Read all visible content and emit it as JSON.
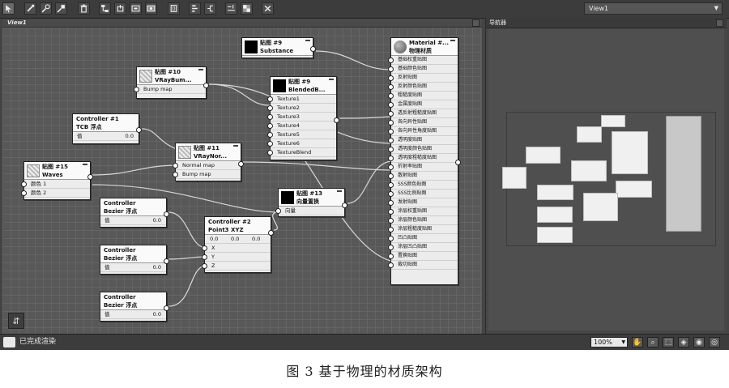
{
  "toolbar": {
    "icons": [
      "select-icon",
      "eyedropper-icon",
      "pick-material-icon",
      "delete-icon",
      "layout-icon",
      "move-children-icon",
      "hide-icon",
      "show-icon",
      "show-map-icon",
      "map-count-icon",
      "layout-all-icon",
      "layout-children-icon",
      "navigate-icon",
      "checker-icon",
      "close-view-icon"
    ],
    "view_selector": "View1"
  },
  "view_tab": {
    "label": "View1"
  },
  "nodes": {
    "substance": {
      "title": "贴图 #9",
      "subtitle": "Substance"
    },
    "material": {
      "title": "Material #...",
      "subtitle": "物理材质",
      "slots": [
        "基础权重贴图",
        "基础颜色贴图",
        "反射贴图",
        "反射颜色贴图",
        "粗糙度贴图",
        "金属度贴图",
        "透反射粗糙度贴图",
        "各向异性贴图",
        "各向异性角度贴图",
        "透明度贴图",
        "透明度颜色贴图",
        "透明度粗糙度贴图",
        "折射率贴图",
        "散射贴图",
        "SSS颜色贴图",
        "SSS比例贴图",
        "发射贴图",
        "涂层权重贴图",
        "涂层颜色贴图",
        "涂层粗糙度贴图",
        "凹凸贴图",
        "涂层凹凸贴图",
        "置换贴图",
        "裁切贴图"
      ]
    },
    "vraybump": {
      "title": "贴图 #10",
      "subtitle": "VRayBum...",
      "rows": [
        "Bump map"
      ]
    },
    "blended": {
      "title": "贴图 #9",
      "subtitle": "BlendedB...",
      "rows": [
        "Texture1",
        "Texture2",
        "Texture3",
        "Texture4",
        "Texture5",
        "Texture6",
        "TextureBlend"
      ]
    },
    "tcb": {
      "title": "Controller #1",
      "subtitle": "TCB 浮点",
      "row_label": "值",
      "row_value": "0.0"
    },
    "vraynormal": {
      "title": "贴图 #11",
      "subtitle": "VRayNor...",
      "rows": [
        "Normal map",
        "Bump map"
      ]
    },
    "waves": {
      "title": "贴图 #15",
      "subtitle": "Waves",
      "rows": [
        "颜色 1",
        "颜色 2"
      ]
    },
    "vectordisp": {
      "title": "贴图 #13",
      "subtitle": "向量置换",
      "rows": [
        "向量"
      ]
    },
    "bezier1": {
      "title": "Controller",
      "subtitle": "Bezier 浮点",
      "row_label": "值",
      "row_value": "0.0"
    },
    "point3": {
      "title": "Controller #2",
      "subtitle": "Point3 XYZ",
      "values": [
        "0.0",
        "0.0",
        "0.0"
      ],
      "rows": [
        "X",
        "Y",
        "Z"
      ]
    },
    "bezier2": {
      "title": "Controller",
      "subtitle": "Bezier 浮点",
      "row_label": "值",
      "row_value": "0.0"
    },
    "bezier3": {
      "title": "Controller",
      "subtitle": "Bezier 浮点",
      "row_label": "值",
      "row_value": "0.0"
    }
  },
  "status": {
    "text": "已完成渲染",
    "zoom": "100%",
    "icons": [
      "pan-icon",
      "zoom-icon",
      "zoom-region-icon",
      "zoom-extents-icon",
      "zoom-selected-icon",
      "zoom-all-icon"
    ]
  },
  "navigator": {
    "title": "导航器"
  },
  "caption": "图 3   基于物理的材质架构"
}
